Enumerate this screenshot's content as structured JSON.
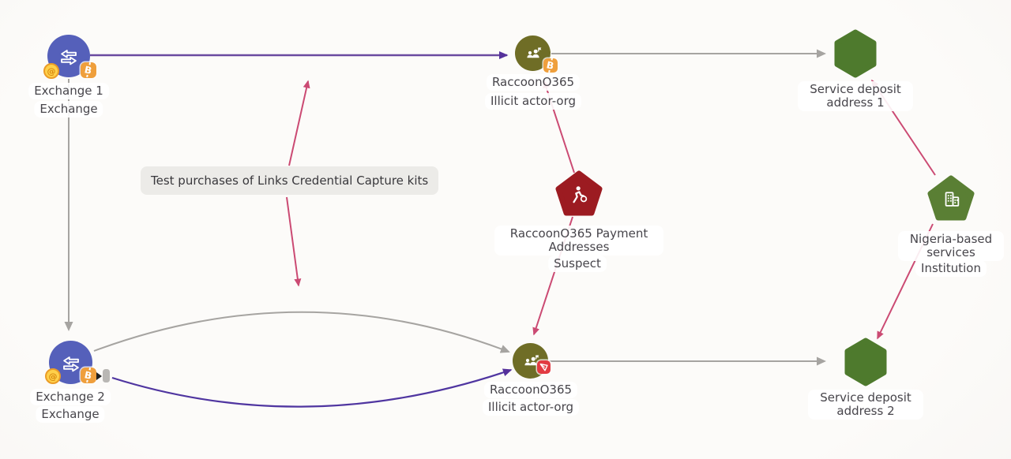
{
  "annotation": {
    "label": "Test purchases of Links Credential Capture kits"
  },
  "nodes": {
    "exchange1": {
      "name": "Exchange 1",
      "type": "Exchange",
      "shape": "circle",
      "color": "#5560ba",
      "icon": "swap-arrows-icon"
    },
    "exchange2": {
      "name": "Exchange 2",
      "type": "Exchange",
      "shape": "circle",
      "color": "#5560ba",
      "icon": "swap-arrows-icon"
    },
    "raccoon_top": {
      "name": "RaccoonO365",
      "type": "Illicit actor-org",
      "shape": "circle",
      "color": "#6f6d26",
      "icon": "people-group-icon"
    },
    "raccoon_bottom": {
      "name": "RaccoonO365",
      "type": "Illicit actor-org",
      "shape": "circle",
      "color": "#6f6d26",
      "icon": "people-group-icon"
    },
    "payment_addresses": {
      "name": "RaccoonO365 Payment Addresses",
      "type": "Suspect",
      "shape": "pentagon",
      "color": "#9c1b21",
      "icon": "running-thief-icon"
    },
    "service_deposit_1": {
      "name": "Service deposit address 1",
      "shape": "hexagon",
      "color": "#4e7a2d"
    },
    "service_deposit_2": {
      "name": "Service deposit address 2",
      "shape": "hexagon",
      "color": "#4e7a2d"
    },
    "nigeria_services": {
      "name": "Nigeria-based services",
      "type": "Institution",
      "shape": "pentagon",
      "color": "#5a7f34",
      "icon": "building-icon"
    }
  },
  "badges": {
    "bitcoin_glyph": "B",
    "coin_glyph": "@",
    "bitcoin_icon": "bitcoin-badge-icon",
    "coin_icon": "coin-badge-icon",
    "tron_icon": "tron-badge-icon"
  },
  "edges": [
    {
      "from": "exchange1",
      "to": "raccoon_top",
      "color": "purple"
    },
    {
      "from": "exchange1",
      "to": "exchange2",
      "color": "gray"
    },
    {
      "from": "raccoon_top",
      "to": "service_deposit_1",
      "color": "gray"
    },
    {
      "from": "payment_addresses",
      "to": "raccoon_top",
      "color": "pink"
    },
    {
      "from": "payment_addresses",
      "to": "raccoon_bottom",
      "color": "pink"
    },
    {
      "from": "exchange2",
      "to": "raccoon_bottom",
      "color": "gray"
    },
    {
      "from": "exchange2",
      "to": "raccoon_bottom",
      "color": "purple"
    },
    {
      "from": "raccoon_bottom",
      "to": "service_deposit_2",
      "color": "gray"
    },
    {
      "from": "nigeria_services",
      "to": "service_deposit_1",
      "color": "pink"
    },
    {
      "from": "nigeria_services",
      "to": "service_deposit_2",
      "color": "pink"
    },
    {
      "from": "annotation",
      "to": "edge exchange1-raccoon_top",
      "color": "pink"
    },
    {
      "from": "annotation",
      "to": "edge exchange2-raccoon_bottom",
      "color": "pink"
    }
  ],
  "colors": {
    "background": "#fbfaf8",
    "edge_gray": "#a6a4a1",
    "edge_purple": "#6a4aa0",
    "edge_indigo": "#4f35a0",
    "edge_pink": "#cb4a73",
    "node_blue": "#5560ba",
    "node_olive": "#6f6d26",
    "hexagon_green": "#4e7a2d",
    "pentagon_green": "#5a7f34",
    "pentagon_red": "#9c1b21",
    "badge_orange": "#ef9f3c",
    "badge_yellow": "#ffd04a",
    "badge_red": "#e23b42",
    "label_text": "#47454b",
    "annotation_bg": "#ecebe8"
  }
}
